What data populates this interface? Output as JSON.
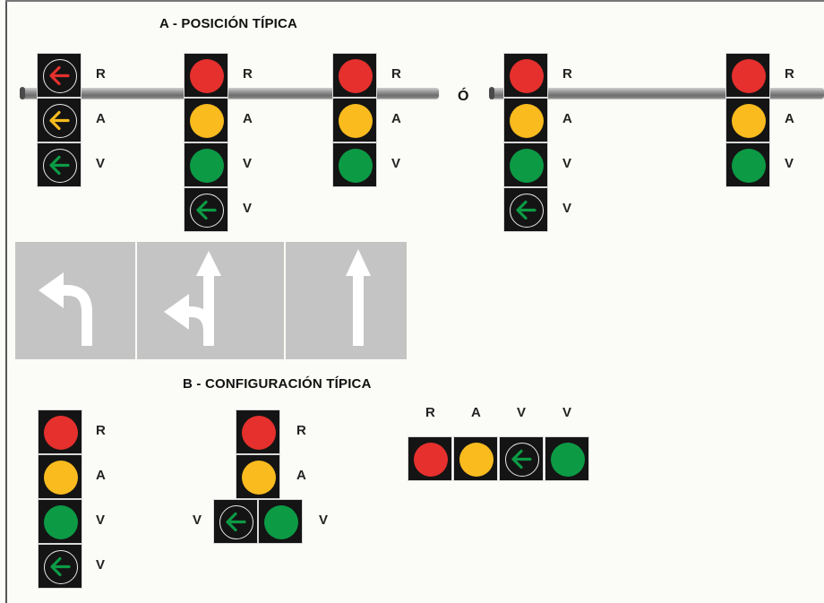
{
  "section_a": {
    "title": "A - POSICIÓN TÍPICA",
    "or_label": "Ó"
  },
  "section_b": {
    "title": "B - CONFIGURACIÓN TÍPICA"
  },
  "labels": {
    "red": "R",
    "amber": "A",
    "green": "V"
  },
  "colors": {
    "red": "#e5302d",
    "amber": "#f9bb1e",
    "green": "#0c9a45",
    "housing": "#141414",
    "arrow_red": "#e5302d",
    "arrow_amber": "#f9bb1e",
    "arrow_green": "#0c9a45",
    "road": "#c4c4c4",
    "road_marking": "#ffffff"
  },
  "signals_a": [
    {
      "lamps": [
        "arrow-red",
        "arrow-amber",
        "arrow-green"
      ],
      "labels": [
        "R",
        "A",
        "V"
      ]
    },
    {
      "lamps": [
        "red",
        "amber",
        "green",
        "arrow-green"
      ],
      "labels": [
        "R",
        "A",
        "V",
        "V"
      ]
    },
    {
      "lamps": [
        "red",
        "amber",
        "green"
      ],
      "labels": [
        "R",
        "A",
        "V"
      ]
    },
    {
      "lamps": [
        "red",
        "amber",
        "green",
        "arrow-green"
      ],
      "labels": [
        "R",
        "A",
        "V",
        "V"
      ]
    },
    {
      "lamps": [
        "red",
        "amber",
        "green"
      ],
      "labels": [
        "R",
        "A",
        "V"
      ]
    }
  ],
  "road_markings": [
    "left-turn-arrow",
    "left-turn-and-straight-arrow",
    "straight-arrow"
  ],
  "signals_b": {
    "vertical": {
      "lamps": [
        "red",
        "amber",
        "green",
        "arrow-green"
      ],
      "labels": [
        "R",
        "A",
        "V",
        "V"
      ]
    },
    "t_shape": {
      "lamps": [
        "red",
        "amber",
        "arrow-green",
        "green"
      ],
      "labels": [
        "R",
        "A",
        "V",
        "V"
      ]
    },
    "horizontal": {
      "lamps": [
        "red",
        "amber",
        "arrow-green",
        "green"
      ],
      "labels": [
        "R",
        "A",
        "V",
        "V"
      ]
    }
  }
}
